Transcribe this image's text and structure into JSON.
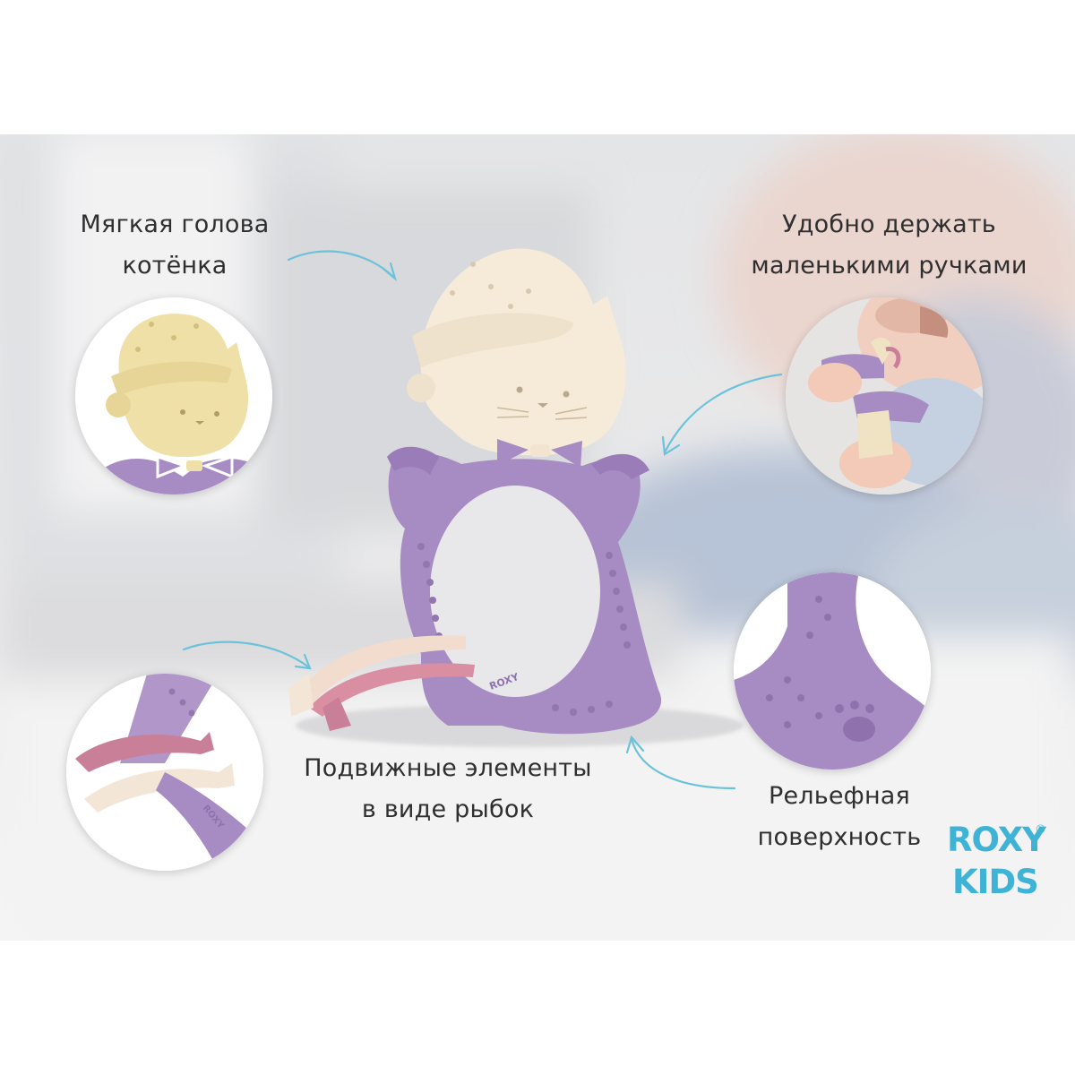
{
  "labels": {
    "head_line1": "Мягкая голова",
    "head_line2": "котёнка",
    "hold_line1": "Удобно держать",
    "hold_line2": "маленькими ручками",
    "fish_line1": "Подвижные элементы",
    "fish_line2": "в виде рыбок",
    "relief_line1": "Рельефная",
    "relief_line2": "поверхность"
  },
  "logo": {
    "line1": "ROXY",
    "line2": "KIDS",
    "registered": "®"
  },
  "colors": {
    "lilac": "#a78bc3",
    "cream": "#f6ebd9",
    "yellow": "#efe0a8",
    "pink": "#c97f98",
    "arrow": "#6cc2d9",
    "logo": "#3fb3d6",
    "text": "#2f2f2f"
  }
}
